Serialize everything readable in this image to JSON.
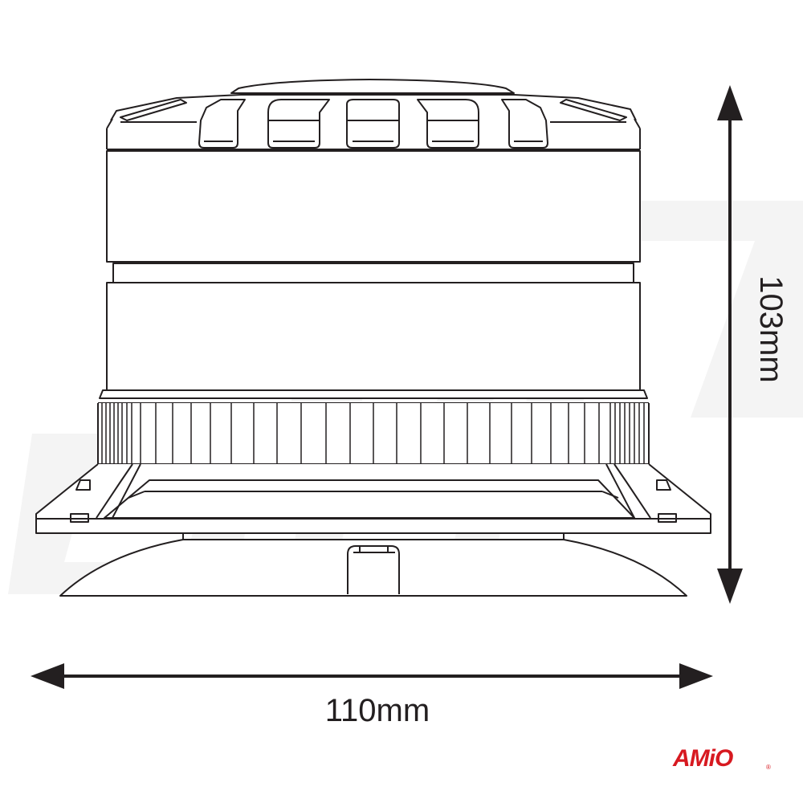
{
  "diagram": {
    "subject": "Warning beacon lamp with suction mount - side view technical drawing",
    "dimensions": {
      "width_label": "110mm",
      "height_label": "103mm"
    },
    "brand": {
      "name": "AMiO",
      "registered_mark": "®",
      "color": "#d71920"
    },
    "colors": {
      "line": "#231f20",
      "watermark": "#f3f3f3",
      "background": "#ffffff"
    },
    "parts": [
      "top-cap",
      "vent-louvers",
      "upper-lens",
      "middle-ring",
      "lower-lens",
      "ribbed-collar",
      "flange-base",
      "suction-cup",
      "release-tab"
    ]
  }
}
